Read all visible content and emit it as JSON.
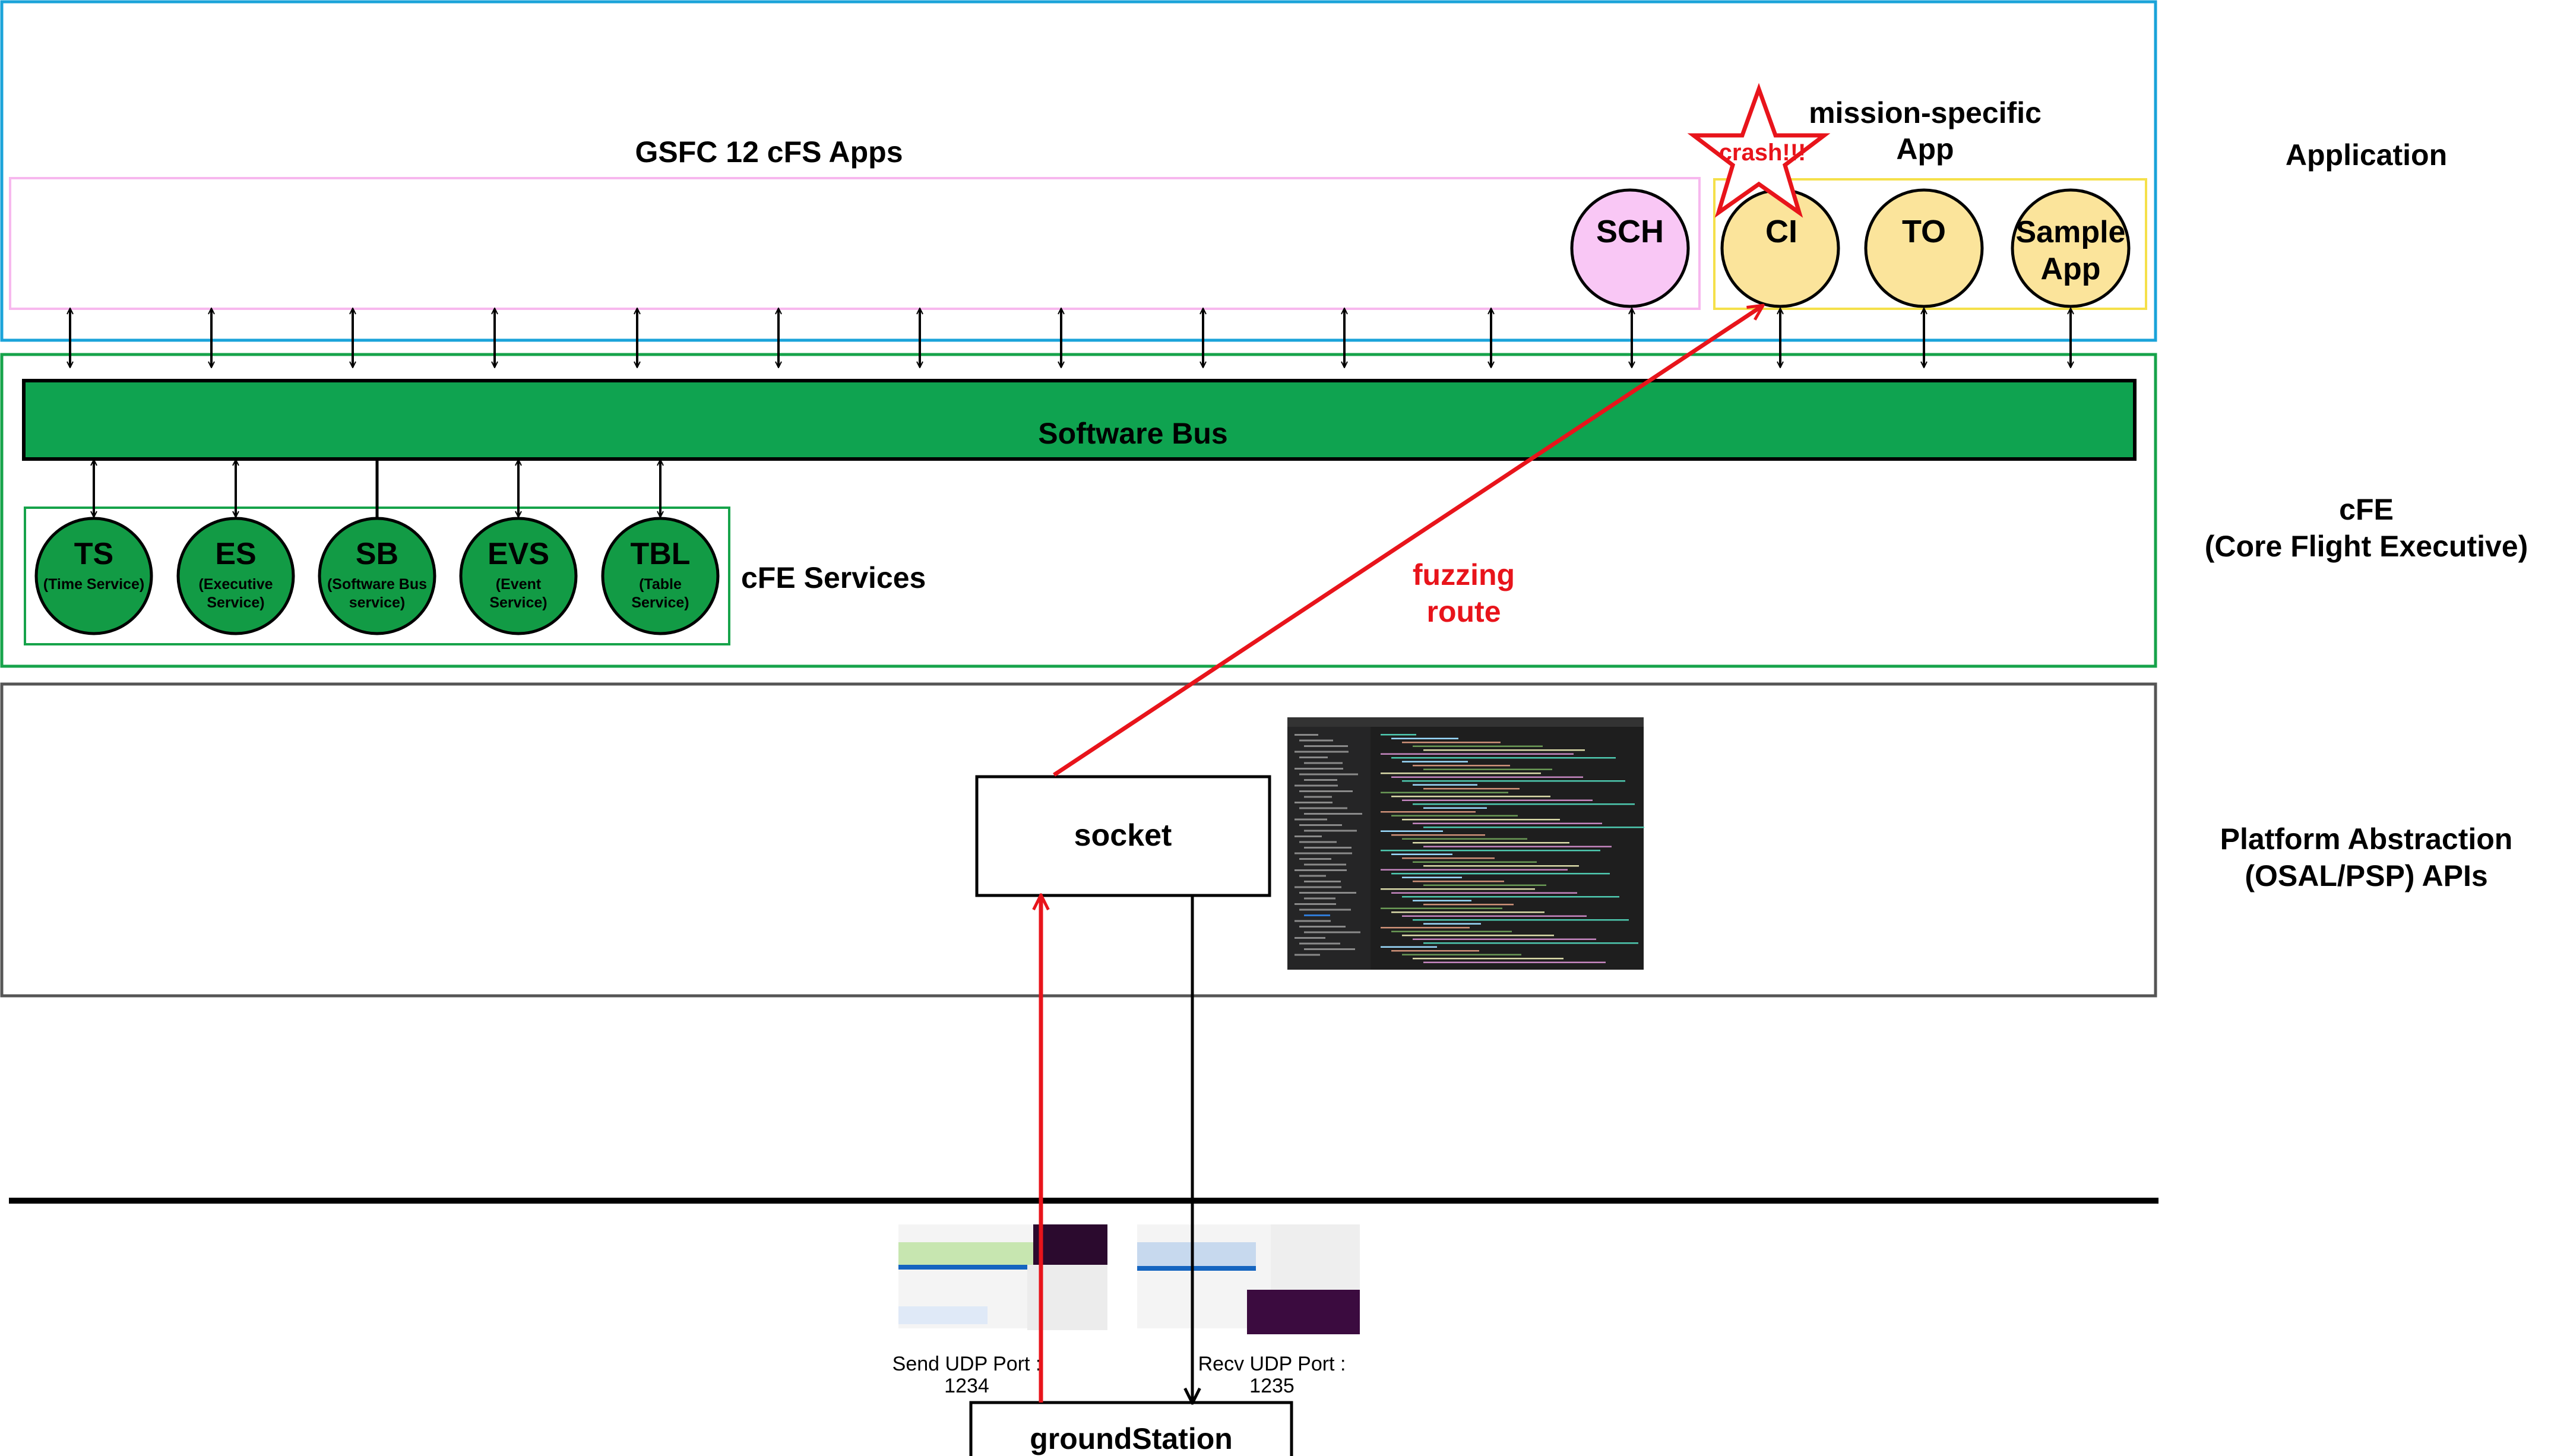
{
  "layers": {
    "application": "Application",
    "cfe_line1": "cFE",
    "cfe_line2": "(Core Flight Executive)",
    "platform_line1": "Platform Abstraction",
    "platform_line2": "(OSAL/PSP) APIs"
  },
  "gsfc_label": "GSFC 12 cFS Apps",
  "mission_label_line1": "mission-specific",
  "mission_label_line2": "App",
  "crash_label": "crash!!!",
  "apps": {
    "sch": "SCH",
    "ci": "CI",
    "to": "TO",
    "sample_line1": "Sample",
    "sample_line2": "App"
  },
  "software_bus": "Software Bus",
  "cfe_services_label": "cFE Services",
  "services": [
    {
      "abbr": "TS",
      "desc1": "(Time Service)",
      "desc2": ""
    },
    {
      "abbr": "ES",
      "desc1": "(Executive",
      "desc2": "Service)"
    },
    {
      "abbr": "SB",
      "desc1": "(Software Bus",
      "desc2": "service)"
    },
    {
      "abbr": "EVS",
      "desc1": "(Event",
      "desc2": "Service)"
    },
    {
      "abbr": "TBL",
      "desc1": "(Table",
      "desc2": "Service)"
    }
  ],
  "fuzzing_line1": "fuzzing",
  "fuzzing_line2": "route",
  "socket_label": "socket",
  "ground_station_label": "groundStation",
  "send_port_line1": "Send UDP Port :",
  "send_port_line2": "1234",
  "recv_port_line1": "Recv UDP Port :",
  "recv_port_line2": "1235",
  "colors": {
    "application_border": "#1aa3d9",
    "gsfc_box_border": "#f7b8ee",
    "mission_box_border": "#f5e04a",
    "cfe_border": "#16a34a",
    "software_bus_fill": "#0fa350",
    "service_fill": "#129b45",
    "sch_fill": "#f9c7f5",
    "mission_app_fill": "#fbe49b",
    "fuzz_route": "#e8141b",
    "platform_border": "#555555"
  }
}
